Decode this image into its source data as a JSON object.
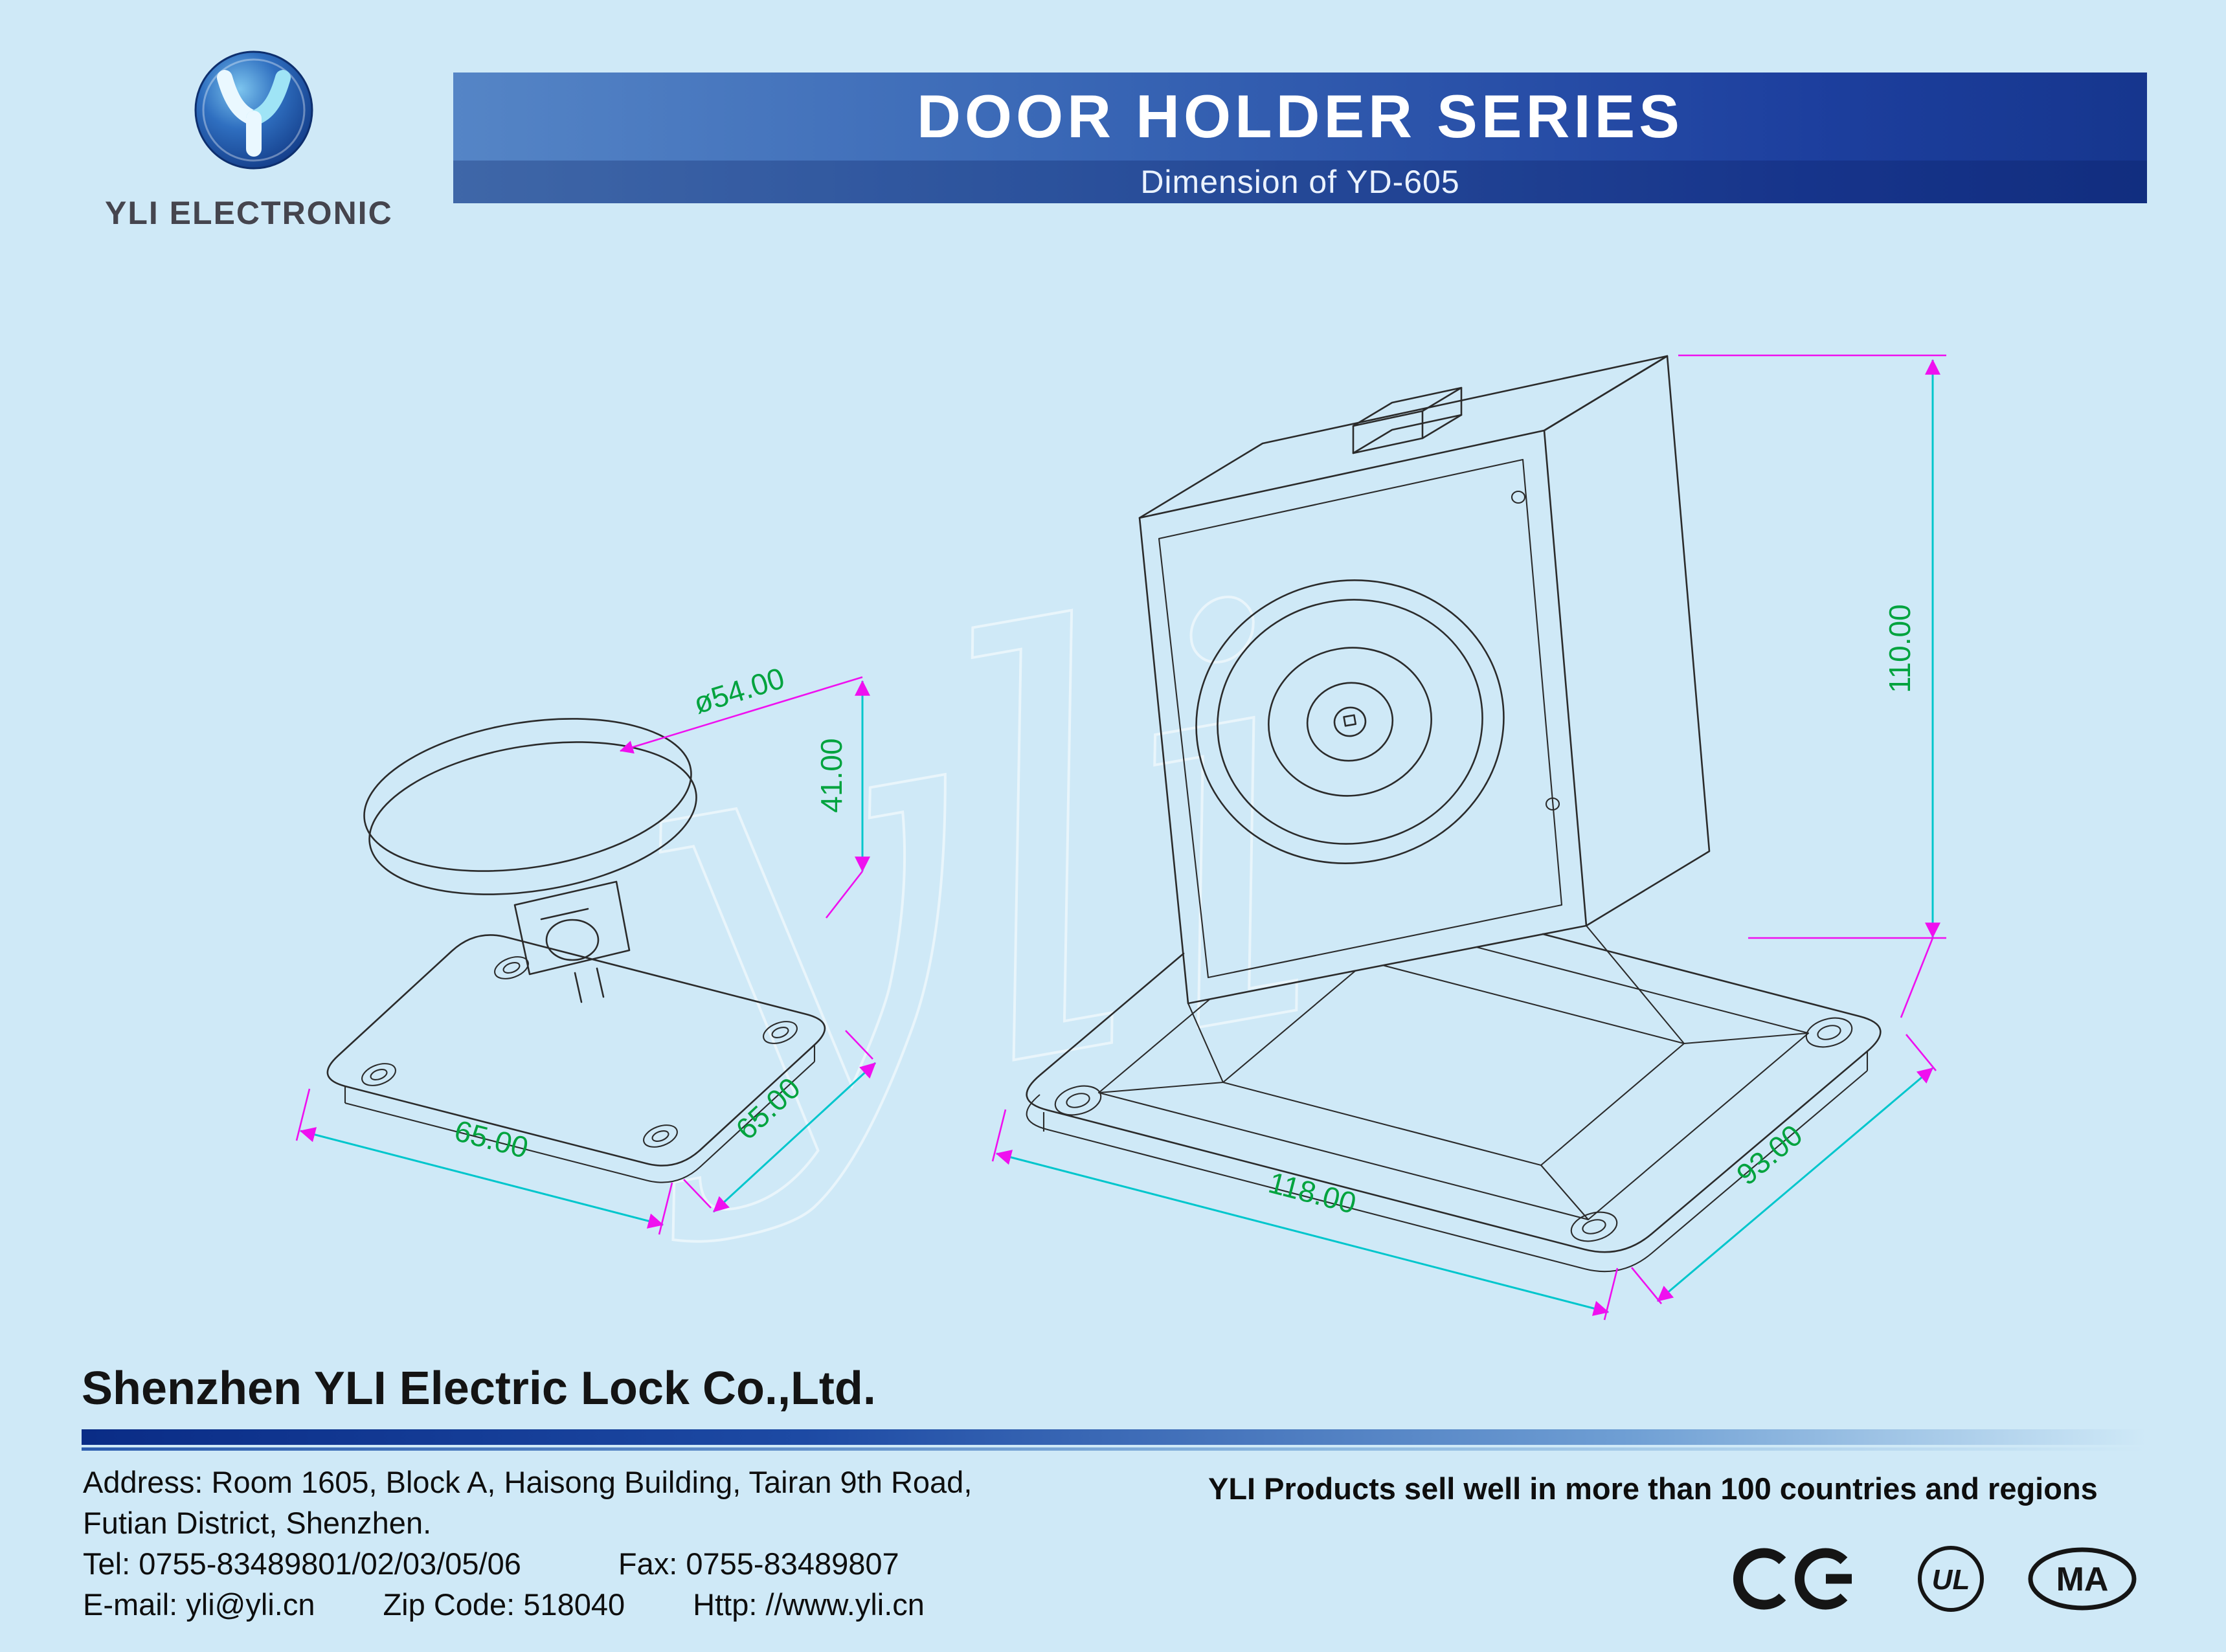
{
  "header": {
    "logo_text": "YLI ELECTRONIC",
    "banner_title": "DOOR HOLDER SERIES",
    "banner_subtitle": "Dimension of YD-605"
  },
  "drawing": {
    "watermark": "yli",
    "left_view": {
      "dims": {
        "diameter": "ø54.00",
        "height": "41.00",
        "width": "65.00",
        "depth": "65.00"
      }
    },
    "right_view": {
      "dims": {
        "height": "110.00",
        "width": "118.00",
        "depth": "93.00"
      }
    },
    "colors": {
      "dim_line": "#00c6cc",
      "dim_text": "#00a33e",
      "dim_mark": "#ef10ef",
      "outline": "#2b2b2b"
    }
  },
  "footer": {
    "company": "Shenzhen YLI Electric Lock Co.,Ltd.",
    "address_line1": "Address: Room 1605, Block A, Haisong Building, Tairan 9th Road,",
    "address_line2": "Futian District, Shenzhen.",
    "tel": "Tel: 0755-83489801/02/03/05/06",
    "fax": "Fax: 0755-83489807",
    "email": "E-mail: yli@yli.cn",
    "zip": "Zip Code: 518040",
    "http": "Http: //www.yli.cn",
    "tagline": "YLI Products sell well in more than 100 countries and regions",
    "certs": {
      "ce_label": "CE",
      "ul_label": "UL",
      "ma_label": "MA"
    }
  },
  "colors": {
    "background": "#cfe9f7",
    "banner_left": "#5585c6",
    "banner_right": "#16368e",
    "accent_bar": "#0a2c86",
    "logo_blue": "#2f6fc0"
  }
}
